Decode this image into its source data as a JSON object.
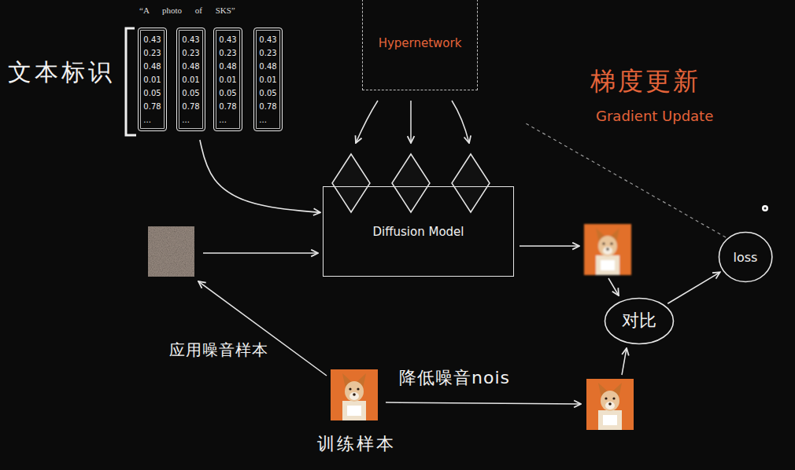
{
  "diagram": {
    "nodes": [
      {
        "text": [
          "“A photo of SKS”"
        ]
      },
      {
        "text": [
          "0.43 0.23 0.48 0.01 0.05 0.78 ..."
        ],
        "in": 0
      },
      {
        "text": [
          "0.43 0.23 0.48 0.01 0.05 0.78 ..."
        ],
        "in": 0
      },
      {
        "text": [
          "0.43 0.23 0.48 0.01 0.05 0.78 ..."
        ],
        "in": 0
      },
      {
        "text": [
          "0.43 0.23 0.48 0.01 0.05 0.78 ..."
        ],
        "in": 0
      },
      {
        "text": [
          "Hypernetwork"
        ]
      },
      {
        "text": [
          "Diffusion Model"
        ]
      },
      {
        "text": [
          "对比"
        ]
      },
      {
        "text": [
          "loss"
        ]
      },
      {
        "text": [
          "训练样本"
        ]
      }
    ],
    "edges": [
      {
        "from": 0,
        "to": 6,
        "arrow": "to"
      },
      {
        "from": 7,
        "to": 8,
        "arrow": "to"
      }
    ],
    "labels": [
      "文本标识",
      "梯度更新",
      "Gradient Update",
      "应用噪音样本",
      "降低噪音nois"
    ]
  }
}
